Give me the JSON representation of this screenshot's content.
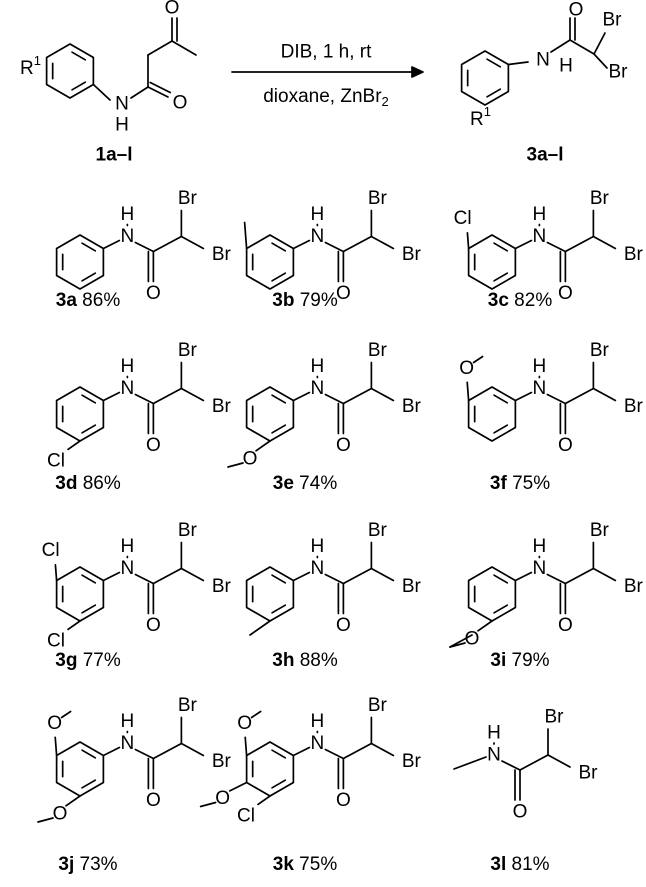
{
  "reaction": {
    "reactant_label": "1a–l",
    "product_label": "3a–l",
    "conditions_top": "DIB, 1 h, rt",
    "conditions_bottom_main": "dioxane, ZnBr",
    "conditions_bottom_sub": "2",
    "r_group": "R",
    "r_sup": "1"
  },
  "atoms": {
    "O": "O",
    "N": "N",
    "H": "H",
    "Br": "Br",
    "Cl": "Cl"
  },
  "products": [
    {
      "id": "3a",
      "yield": "86%"
    },
    {
      "id": "3b",
      "yield": "79%"
    },
    {
      "id": "3c",
      "yield": "82%"
    },
    {
      "id": "3d",
      "yield": "86%"
    },
    {
      "id": "3e",
      "yield": "74%"
    },
    {
      "id": "3f",
      "yield": "75%"
    },
    {
      "id": "3g",
      "yield": "77%"
    },
    {
      "id": "3h",
      "yield": "88%"
    },
    {
      "id": "3i",
      "yield": "79%"
    },
    {
      "id": "3j",
      "yield": "73%"
    },
    {
      "id": "3k",
      "yield": "75%"
    },
    {
      "id": "3l",
      "yield": "81%"
    }
  ]
}
